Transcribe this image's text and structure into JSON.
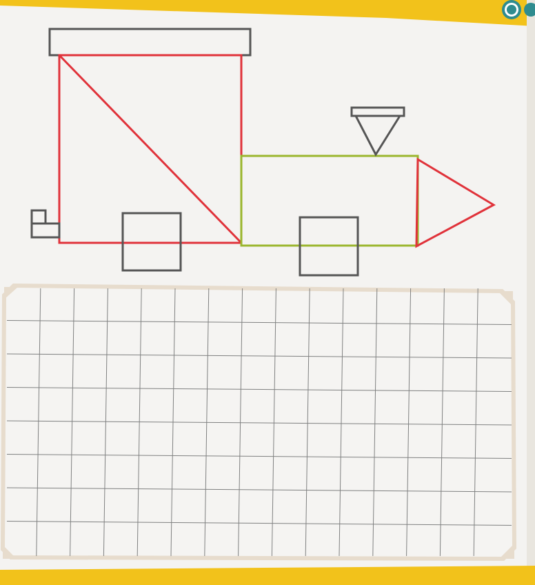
{
  "page": {
    "colors": {
      "paper": "#f4f3f1",
      "edge_yellow": "#f2c21b",
      "badge_teal": "#2f8c8f",
      "outline_gray": "#555555",
      "engine_red": "#e0323a",
      "boiler_green": "#9ab62d",
      "grid_line": "#7f8080",
      "grid_border": "#e7dccd"
    },
    "icons": [
      "badge-icon"
    ]
  },
  "train": {
    "shapes": [
      {
        "name": "roof-rectangle",
        "color": "outline_gray"
      },
      {
        "name": "cab-square",
        "color": "engine_red"
      },
      {
        "name": "cab-diagonal",
        "color": "engine_red"
      },
      {
        "name": "small-square",
        "color": "outline_gray"
      },
      {
        "name": "small-rectangle",
        "color": "outline_gray"
      },
      {
        "name": "front-wheel-square",
        "color": "outline_gray"
      },
      {
        "name": "boiler-rectangle",
        "color": "boiler_green"
      },
      {
        "name": "chimney-cap",
        "color": "outline_gray"
      },
      {
        "name": "chimney-triangle",
        "color": "outline_gray"
      },
      {
        "name": "rear-wheel-square",
        "color": "outline_gray"
      },
      {
        "name": "nose-triangle",
        "color": "engine_red"
      }
    ]
  },
  "grid": {
    "columns": 15,
    "rows": 8
  }
}
